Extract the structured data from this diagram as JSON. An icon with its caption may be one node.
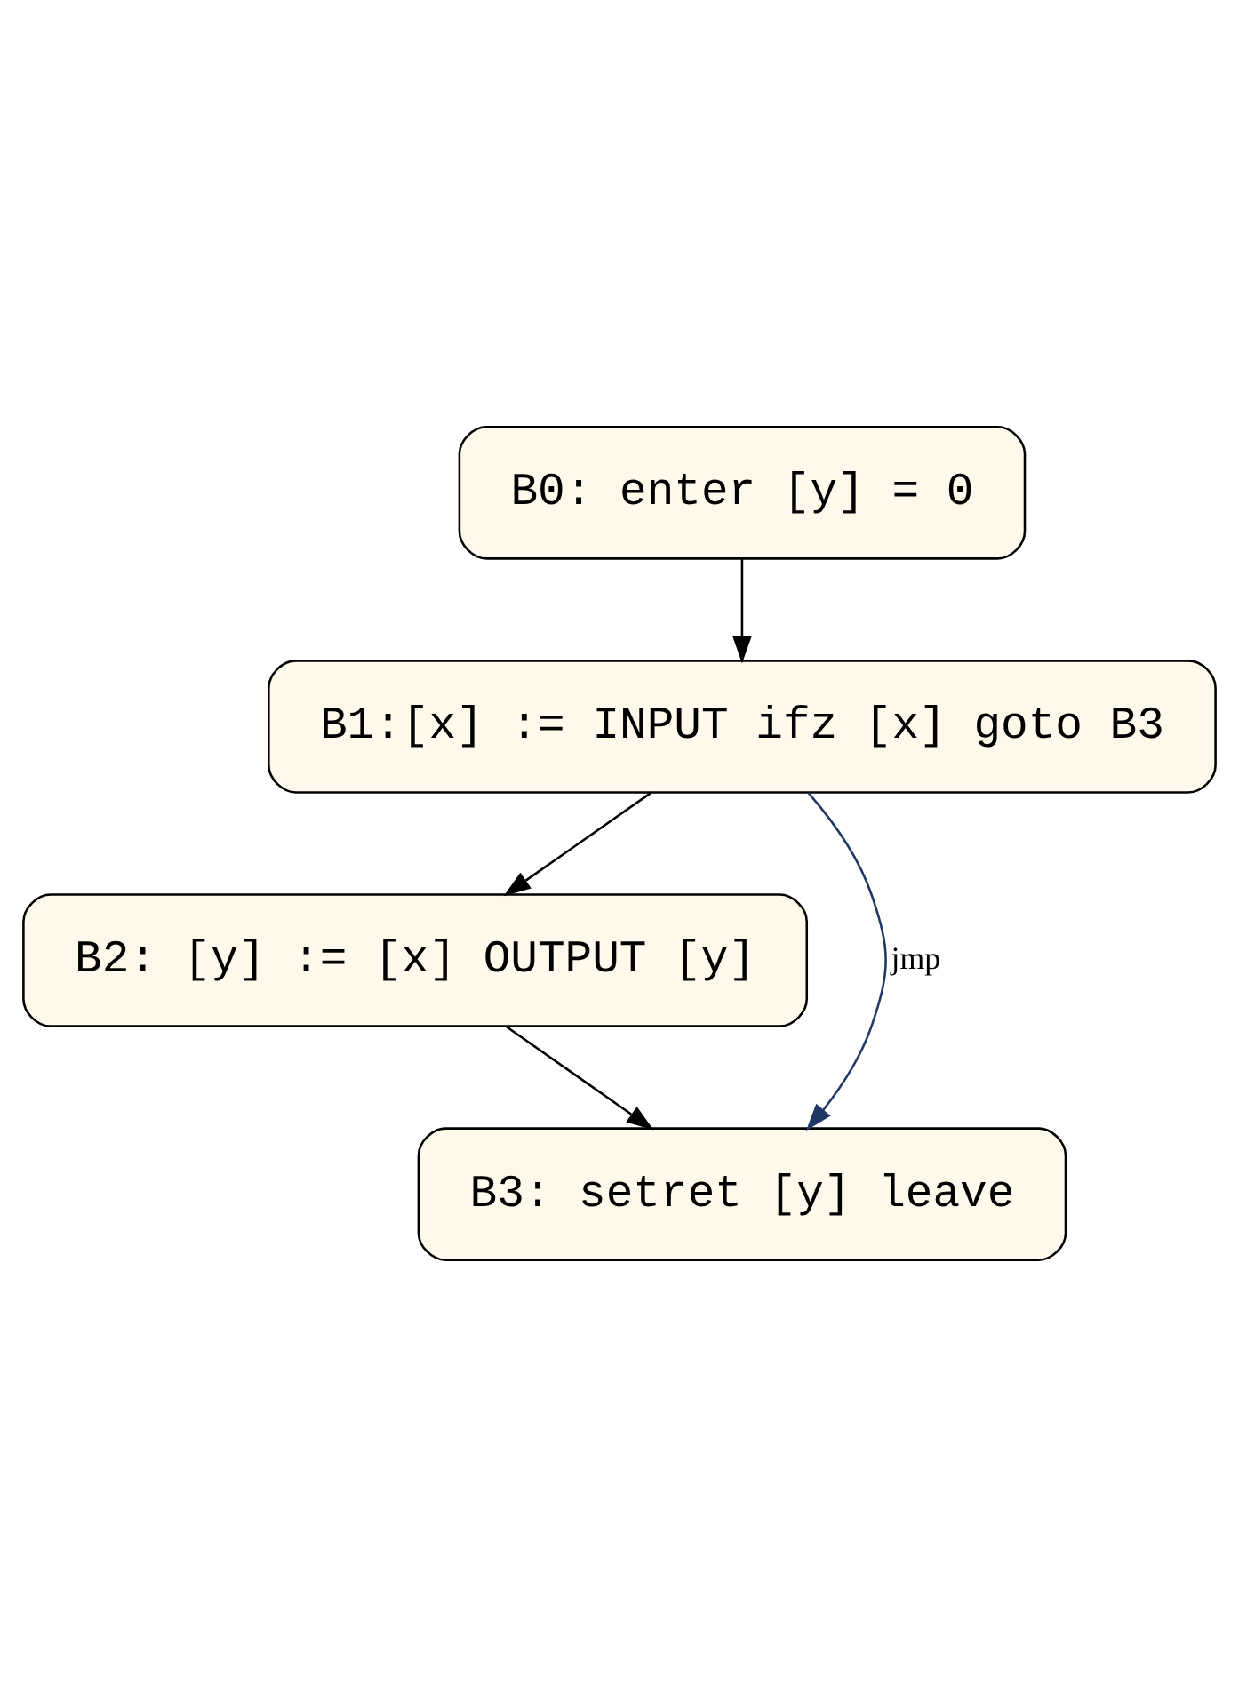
{
  "diagram": {
    "nodes": [
      {
        "text": [
          "B0: enter [y] = 0"
        ]
      },
      {
        "text": [
          "B1:[x] := INPUT ifz [x] goto B3"
        ]
      },
      {
        "text": [
          "B2: [y] := [x] OUTPUT [y]"
        ]
      },
      {
        "text": [
          "B3: setret [y] leave"
        ]
      }
    ],
    "edges": [
      {
        "from": 0,
        "to": 1,
        "arrow": "to"
      },
      {
        "from": 1,
        "to": 2,
        "arrow": "to"
      },
      {
        "from": 1,
        "to": 3,
        "arrow": "to",
        "label": "jmp",
        "color": "#1f3864"
      },
      {
        "from": 2,
        "to": 3,
        "arrow": "to"
      }
    ]
  }
}
